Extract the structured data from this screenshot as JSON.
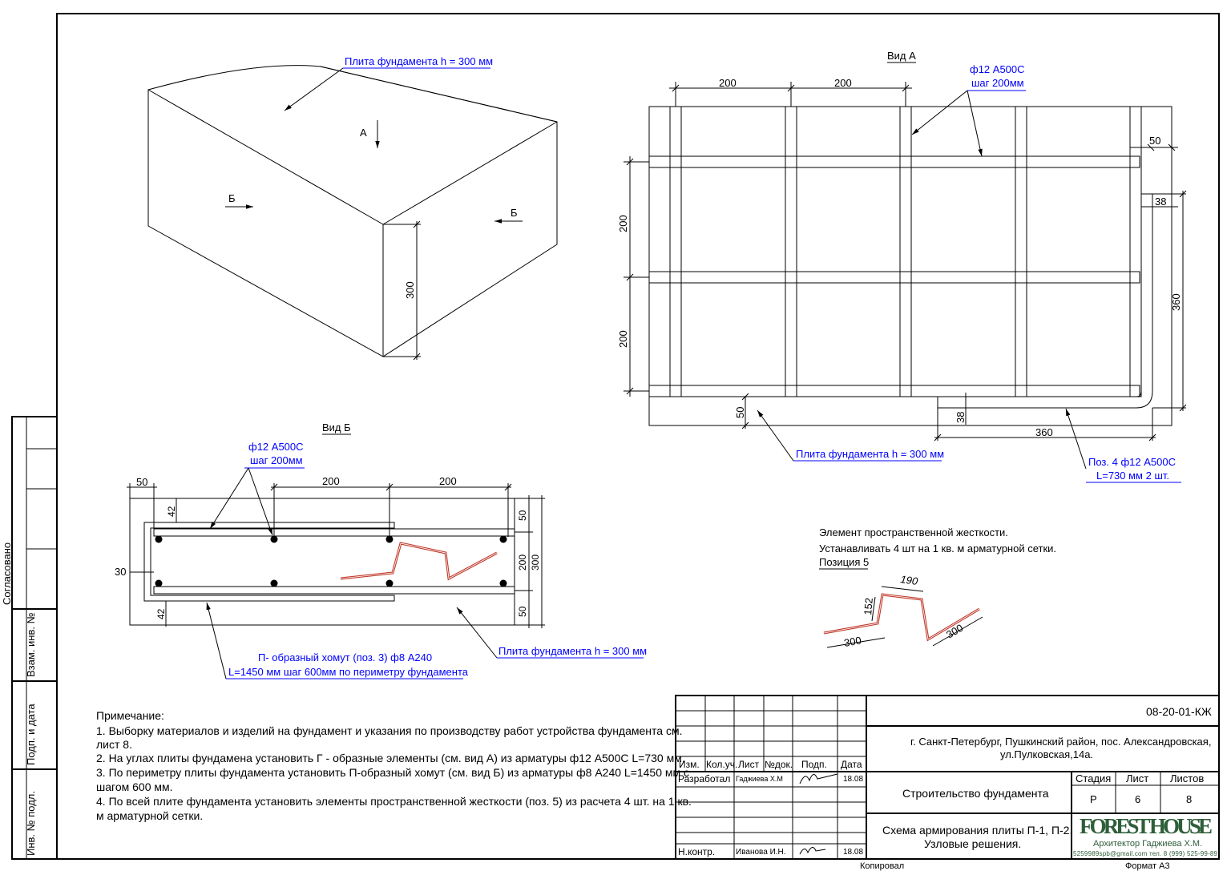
{
  "iso": {
    "slab_label": "Плита фундамента h = 300 мм",
    "view_a_mark": "А",
    "view_b_mark_left": "Б",
    "view_b_mark_right": "Б",
    "height_dim": "300"
  },
  "view_a": {
    "title": "Вид А",
    "rebar_label_1": "ф12 А500С",
    "rebar_label_2": "шаг 200мм",
    "dim_top_1": "200",
    "dim_top_2": "200",
    "dim_left_1": "200",
    "dim_left_2": "200",
    "dim_50_right": "50",
    "dim_38_right": "38",
    "dim_360_right": "360",
    "dim_50_bottom": "50",
    "dim_38_bottom": "38",
    "dim_360_bottom": "360",
    "slab_label": "Плита фундамента h = 300 мм",
    "pos4_label_1": "Поз. 4 ф12 А500С",
    "pos4_label_2": "L=730 мм 2 шт."
  },
  "view_b": {
    "title": "Вид Б",
    "rebar_label_1": "ф12 А500С",
    "rebar_label_2": "шаг 200мм",
    "dim_50_top": "50",
    "dim_200_a": "200",
    "dim_200_b": "200",
    "dim_42_top": "42",
    "dim_30_left": "30",
    "dim_42_bottom": "42",
    "dim_50_r1": "50",
    "dim_200_r": "200",
    "dim_300_r": "300",
    "dim_50_r2": "50",
    "clamp_label_1": "П- образный хомут (поз. 3) ф8 А240",
    "clamp_label_2": "L=1450 мм шаг 600мм по периметру фундамента",
    "slab_label": "Плита фундамента h = 300 мм"
  },
  "pos5": {
    "line1": "Элемент пространственной жесткости.",
    "line2": "Устанавливать 4 шт на 1 кв. м арматурной сетки.",
    "line3": "Позиция 5",
    "dim_190": "190",
    "dim_152": "152",
    "dim_300_left": "300",
    "dim_300_right": "300"
  },
  "notes": {
    "title": "Примечание:",
    "n1a": "1. Выборку материалов и изделий на фундамент и указания по производству работ устройства фундамента см.",
    "n1b": "лист 8.",
    "n2": "2. На углах плиты фундамена установить Г - образные элементы (см. вид А) из арматуры ф12 А500С L=730 мм.",
    "n3a": "3. По периметру плиты фундамента установить П-образный хомут (см. вид Б) из арматуры ф8 А240 L=1450 мм с",
    "n3b": "шагом 600 мм.",
    "n4a": "4. По всей плите фундамента установить элементы пространственной жесткости (поз. 5) из расчета 4 шт. на 1 кв.",
    "n4b": "м арматурной сетки."
  },
  "stamp": {
    "code": "08-20-01-КЖ",
    "address_1": "г. Санкт-Петербург, Пушкинский район, пос. Александровская,",
    "address_2": "ул.Пулковская,14а.",
    "h_izm": "Изм.",
    "h_koluch": "Кол.уч.",
    "h_list": "Лист",
    "h_ndok": "№док.",
    "h_podp": "Подп.",
    "h_data": "Дата",
    "r_razrab": "Разработал",
    "r_razrab_name": "Гаджиева Х.М",
    "r_razrab_date": "18.08",
    "r_nkontr": "Н.контр.",
    "r_nkontr_name": "Иванова И.Н.",
    "r_nkontr_date": "18.08",
    "project": "Строительство фундамента",
    "sheet_title_1": "Схема армирования плиты П-1, П-2.",
    "sheet_title_2": "Узловые решения.",
    "h_stadia": "Стадия",
    "h_list2": "Лист",
    "h_listov": "Листов",
    "v_stadia": "Р",
    "v_list": "6",
    "v_listov": "8",
    "logo": "FOREST HOUSE",
    "architect": "Архитектор Гаджиева Х.М.",
    "contact": "5259989spb@gmail.com тел. 8 (999) 525-99-89",
    "kopiroval": "Копировал",
    "format": "Формат А3"
  },
  "side": {
    "soglasovano": "Согласовано",
    "vzam": "Взам. инв. №",
    "podp_data": "Подп. и дата",
    "inv_podl": "Инв. № подл."
  },
  "colors": {
    "rebar": "#c0392b",
    "label": "#0000ff"
  }
}
